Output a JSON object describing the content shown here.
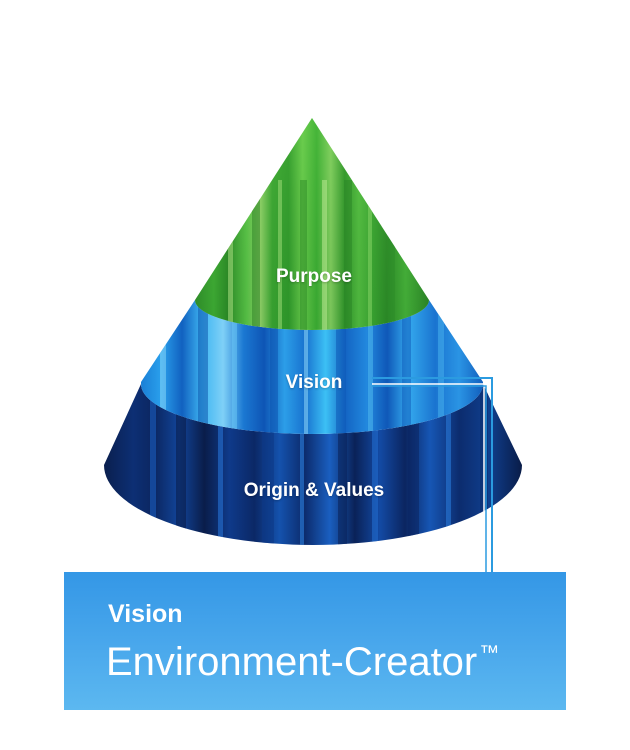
{
  "diagram": {
    "tiers": [
      {
        "id": "purpose",
        "label": "Purpose",
        "color": "#3aa832"
      },
      {
        "id": "vision",
        "label": "Vision",
        "color": "#1e8fe6"
      },
      {
        "id": "origin",
        "label": "Origin & Values",
        "color": "#0c2a6b"
      }
    ],
    "highlighted_tier": "vision",
    "connector_color": "#2b9be0"
  },
  "info_box": {
    "subtitle": "Vision",
    "title": "Environment-Creator",
    "trademark": "™",
    "color": "#3aa0e8"
  }
}
